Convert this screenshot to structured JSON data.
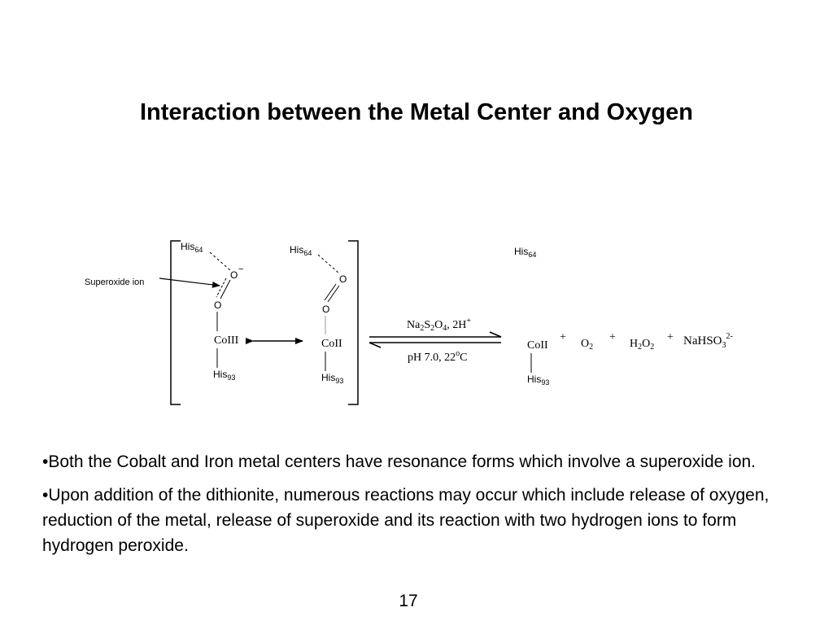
{
  "slide": {
    "title": "Interaction between the Metal Center and Oxygen",
    "page_number": "17"
  },
  "scheme": {
    "annotation": "Superoxide ion",
    "left_structure": {
      "top_ligand": "His",
      "top_ligand_sub": "64",
      "oxygen_top": "O",
      "charge": "−",
      "oxygen_bottom": "O",
      "metal": "CoIII",
      "bottom_ligand": "His",
      "bottom_ligand_sub": "93"
    },
    "middle_structure": {
      "top_ligand": "His",
      "top_ligand_sub": "64",
      "oxygen_top": "O",
      "oxygen_bottom": "O",
      "metal": "CoII",
      "bottom_ligand": "His",
      "bottom_ligand_sub": "93"
    },
    "reagent": {
      "na": "Na",
      "na_sub": "2",
      "s": "S",
      "s_sub": "2",
      "o": "O",
      "o_sub": "4",
      "sep": ", 2H",
      "h_sup": "+"
    },
    "conditions": {
      "text": "pH 7.0, 22",
      "degree": "o",
      "unit": "C"
    },
    "products": {
      "top_ligand": "His",
      "top_ligand_sub": "64",
      "metal": "CoII",
      "bottom_ligand": "His",
      "bottom_ligand_sub": "93",
      "plus": "+",
      "o2": "O",
      "o2_sub": "2",
      "h2o2_h": "H",
      "h2o2_h_sub": "2",
      "h2o2_o": "O",
      "h2o2_o_sub": "2",
      "nahso3": "NaHSO",
      "nahso3_sub": "3",
      "nahso3_sup": "2-"
    }
  },
  "bullets": [
    "•Both the Cobalt and Iron metal centers have resonance forms which involve a superoxide ion.",
    "•Upon addition of the dithionite, numerous reactions may occur which include release of oxygen, reduction of the metal, release of superoxide and its reaction with two hydrogen ions to form hydrogen peroxide."
  ]
}
